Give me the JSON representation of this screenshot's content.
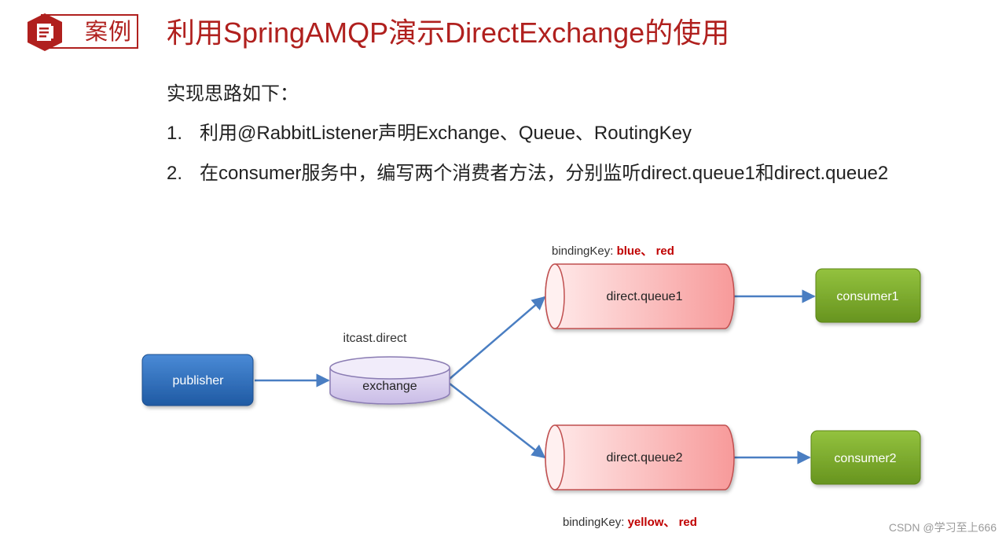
{
  "header": {
    "badge_label": "案例",
    "title": "利用SpringAMQP演示DirectExchange的使用"
  },
  "content": {
    "intro": "实现思路如下：",
    "steps": [
      {
        "num": "1.",
        "text": "利用@RabbitListener声明Exchange、Queue、RoutingKey"
      },
      {
        "num": "2.",
        "text": "在consumer服务中，编写两个消费者方法，分别监听direct.queue1和direct.queue2"
      }
    ]
  },
  "diagram": {
    "publisher": "publisher",
    "exchange_name": "itcast.direct",
    "exchange": "exchange",
    "queue1": {
      "label": "direct.queue1",
      "binding_prefix": "bindingKey: ",
      "binding_keys": "blue、 red"
    },
    "queue2": {
      "label": "direct.queue2",
      "binding_prefix": "bindingKey: ",
      "binding_keys": "yellow、 red"
    },
    "consumer1": "consumer1",
    "consumer2": "consumer2"
  },
  "footer": {
    "watermark": "CSDN @学习至上666"
  },
  "colors": {
    "accent": "#b0201e",
    "publisher": "#2e6eb8",
    "consumer": "#7aa62c",
    "queue": "#f8a8a8",
    "exchange": "#d6cbec",
    "arrow": "#4a7ec2"
  }
}
